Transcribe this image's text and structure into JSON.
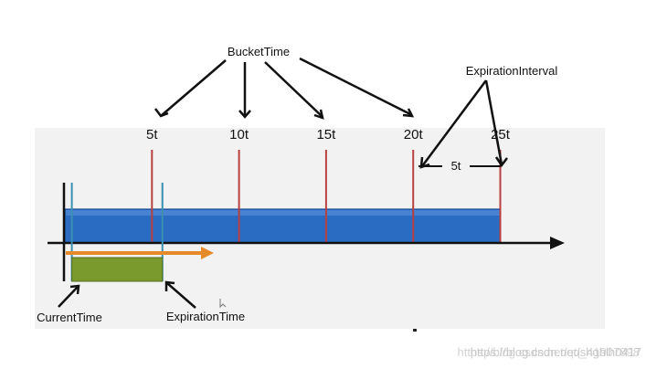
{
  "diagram": {
    "bucket_time_label": "BucketTime",
    "expiration_interval_label": "ExpirationInterval",
    "interval_value_label": "5t",
    "current_time_label": "CurrentTime",
    "expiration_time_label": "ExpirationTime",
    "ticks": [
      {
        "label": "5t",
        "value": 5
      },
      {
        "label": "10t",
        "value": 10
      },
      {
        "label": "15t",
        "value": 15
      },
      {
        "label": "20t",
        "value": 20
      },
      {
        "label": "25t",
        "value": 25
      }
    ],
    "current_time_value": 0.4,
    "expiration_time_value": 5.6,
    "colors": {
      "bucket": "#2a6cc2",
      "bucket_dark": "#1b4f96",
      "tick_line": "#b84040",
      "marker_line": "#3b8fb0",
      "expiry_block": "#7a9a2e",
      "arrow": "#e5892a",
      "axis": "#111111"
    }
  },
  "watermark": "https://blog.csdn.net/shghlh0417",
  "overlay_watermark": "https://blog.csdn.net/qq_41907898"
}
